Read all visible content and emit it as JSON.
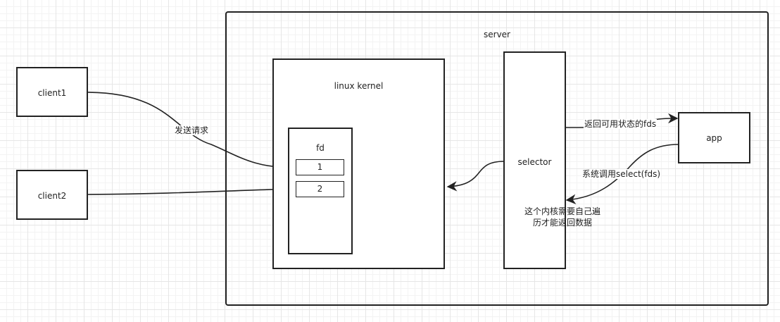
{
  "diagram": {
    "server": {
      "label": "server"
    },
    "linux_kernel": {
      "label": "linux kernel"
    },
    "fd_table": {
      "label": "fd",
      "entries": [
        "1",
        "2"
      ]
    },
    "selector": {
      "label": "selector"
    },
    "app": {
      "label": "app"
    },
    "clients": [
      {
        "label": "client1"
      },
      {
        "label": "client2"
      }
    ],
    "edges": {
      "send_request": "发送请求",
      "return_fds": "返回可用状态的fds",
      "call_select": "系统调用select(fds)"
    },
    "note": {
      "line1": "这个内核需要自己遍",
      "line2": "历才能返回数据"
    },
    "colors": {
      "line": "#222222",
      "grid": "#e6e6e6",
      "background": "#ffffff"
    }
  }
}
